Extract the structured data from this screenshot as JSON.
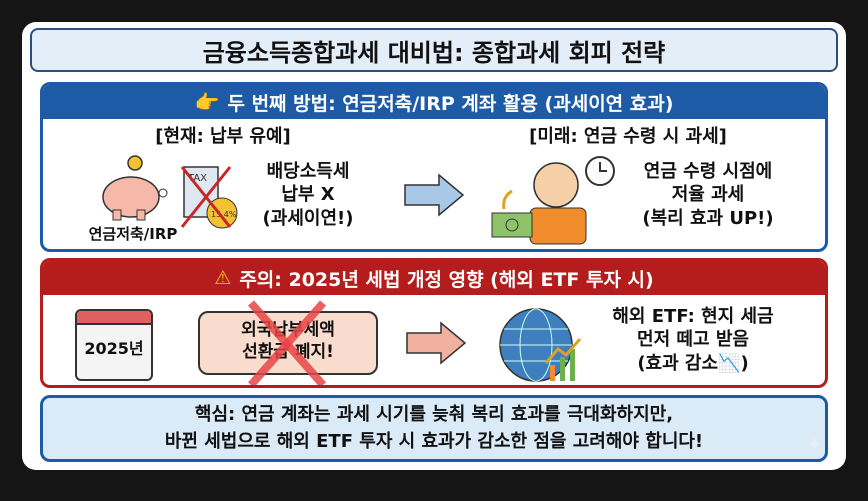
{
  "title": "금융소득종합과세 대비법: 종합과세 회피 전략",
  "method2": {
    "header": "두 번째 방법: 연금저축/IRP 계좌 활용 (과세이연 효과)",
    "header_icon": "pointing-hand-icon",
    "now_label": "[현재: 납부 유예]",
    "future_label": "[미래: 연금 수령 시 과세]",
    "piggy_caption": "연금저축/IRP",
    "tax_doc_text": "TAX",
    "tax_rate_text": "15.4%",
    "now_lines": [
      "배당소득세",
      "납부 X",
      "(과세이연!)"
    ],
    "future_lines": [
      "연금 수령 시점에",
      "저율 과세",
      "(복리 효과 UP!)"
    ],
    "colors": {
      "accent": "#1e5ba6"
    }
  },
  "warning": {
    "header": "주의: 2025년 세법 개정 영향 (해외 ETF 투자 시)",
    "header_icon": "warning-icon",
    "calendar_text": "2025년",
    "abolished_lines": [
      "외국납부세액",
      "선환급 폐지!"
    ],
    "result_lines": [
      "해외 ETF: 현지 세금",
      "먼저 떼고 받음",
      "(효과 감소📉)"
    ],
    "colors": {
      "accent": "#b51c1c"
    }
  },
  "summary": {
    "lines": [
      "핵심: 연금 계좌는 과세 시기를 늦춰 복리 효과를 극대화하지만,",
      "바뀐 세법으로 해외 ETF 투자 시 효과가 감소한 점을 고려해야 합니다!"
    ]
  }
}
